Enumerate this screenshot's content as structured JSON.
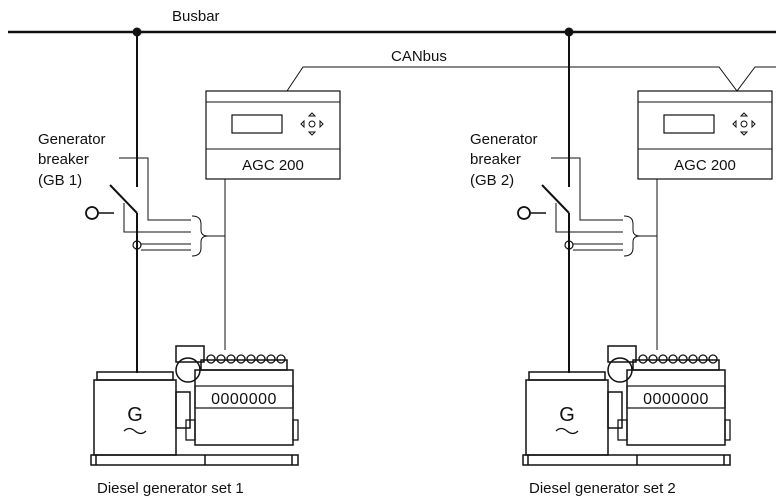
{
  "labels": {
    "busbar": "Busbar",
    "canbus": "CANbus",
    "breaker1": [
      "Generator",
      "breaker",
      "(GB 1)"
    ],
    "breaker2": [
      "Generator",
      "breaker",
      "(GB 2)"
    ],
    "controller1": "AGC 200",
    "controller2": "AGC 200",
    "gen_symbol1": "G",
    "gen_symbol2": "G",
    "engine_display1": "0000000",
    "engine_display2": "0000000",
    "genset1": "Diesel generator set 1",
    "genset2": "Diesel generator set  2"
  },
  "colors": {
    "line": "#111111",
    "background": "#ffffff"
  }
}
